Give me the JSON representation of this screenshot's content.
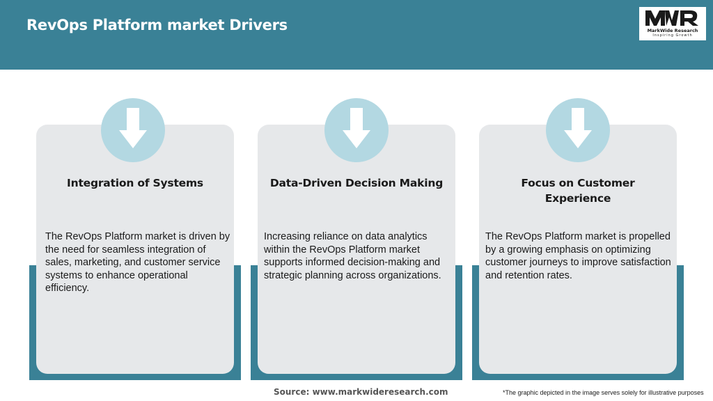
{
  "header": {
    "title": "RevOps Platform market Drivers",
    "logo": {
      "mark": "MWR",
      "name": "MarkWide Research",
      "tagline": "Inspiring Growth"
    }
  },
  "cards": [
    {
      "icon": "down-arrow-icon",
      "title": "Integration of Systems",
      "text": "The RevOps Platform market is driven by the need for seamless integration of sales, marketing, and customer service systems to enhance operational efficiency."
    },
    {
      "icon": "down-arrow-icon",
      "title": "Data-Driven Decision Making",
      "text": "Increasing reliance on data analytics within the RevOps Platform market supports informed decision-making and strategic planning across organizations."
    },
    {
      "icon": "down-arrow-icon",
      "title": "Focus on Customer Experience",
      "text": "The RevOps Platform market is propelled by a growing emphasis on optimizing customer journeys to improve satisfaction and retention rates."
    }
  ],
  "footer": {
    "source": "Source: www.markwideresearch.com",
    "disclaimer": "*The graphic depicted in the image serves solely for illustrative purposes"
  },
  "colors": {
    "header": "#3a8196",
    "card": "#e6e8ea",
    "icon_circle": "#b3d8e2"
  }
}
